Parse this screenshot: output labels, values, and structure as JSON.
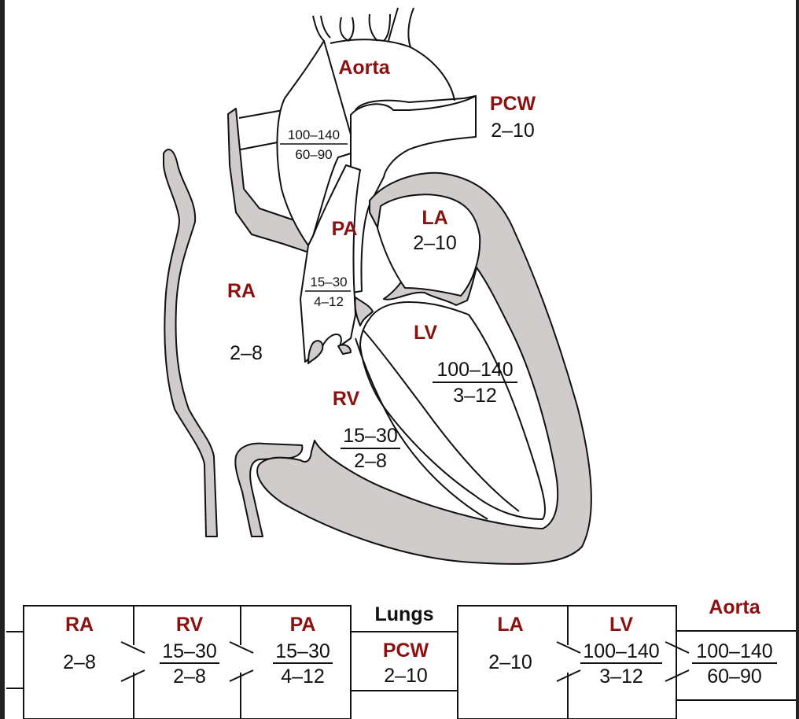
{
  "heart": {
    "aorta": {
      "label": "Aorta",
      "systolic": "100–140",
      "diastolic": "60–90"
    },
    "pcw": {
      "label": "PCW",
      "value": "2–10"
    },
    "la": {
      "label": "LA",
      "value": "2–10"
    },
    "pa": {
      "label": "PA",
      "systolic": "15–30",
      "diastolic": "4–12"
    },
    "ra": {
      "label": "RA",
      "value": "2–8"
    },
    "lv": {
      "label": "LV",
      "systolic": "100–140",
      "diastolic": "3–12"
    },
    "rv": {
      "label": "RV",
      "systolic": "15–30",
      "diastolic": "2–8"
    }
  },
  "flow": {
    "ra": {
      "label": "RA",
      "value": "2–8"
    },
    "rv": {
      "label": "RV",
      "systolic": "15–30",
      "diastolic": "2–8"
    },
    "pa": {
      "label": "PA",
      "systolic": "15–30",
      "diastolic": "4–12"
    },
    "lungs": {
      "label": "Lungs",
      "pcw_label": "PCW",
      "pcw_value": "2–10"
    },
    "la": {
      "label": "LA",
      "value": "2–10"
    },
    "lv": {
      "label": "LV",
      "systolic": "100–140",
      "diastolic": "3–12"
    },
    "aorta": {
      "label": "Aorta",
      "systolic": "100–140",
      "diastolic": "60–90"
    }
  },
  "colors": {
    "label_red": "#8b1010",
    "wall_gray": "#cfcccb",
    "ink": "#111111"
  }
}
